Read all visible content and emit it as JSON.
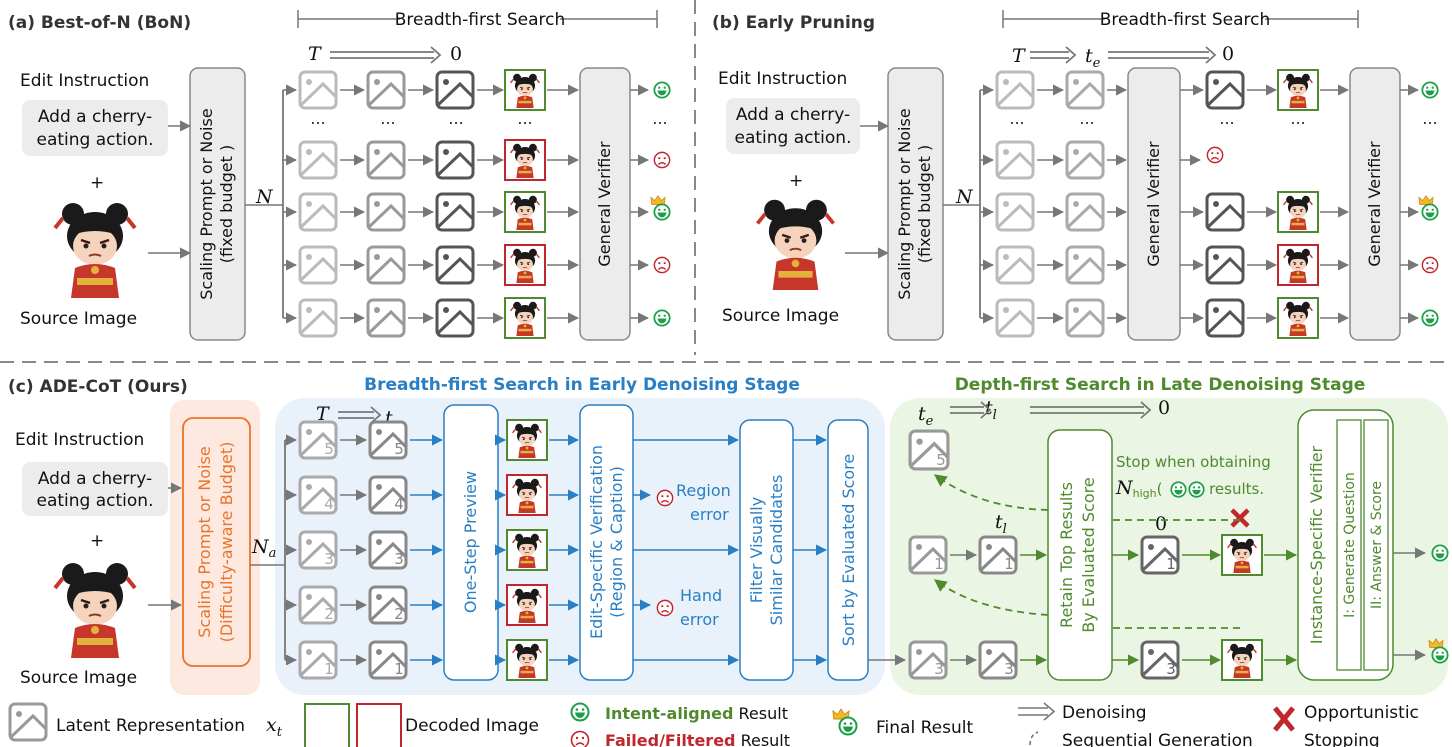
{
  "panel_a": {
    "title": "(a) Best-of-N (BoN)",
    "bracket": "Breadth-first Search",
    "time_start": "T",
    "time_end": "0",
    "edit_instruction": "Edit Instruction",
    "instruction_line1": "Add a cherry-",
    "instruction_line2": "eating action.",
    "plus": "+",
    "source_image": "Source Image",
    "scaling_line1": "Scaling Prompt or Noise",
    "scaling_line2": "(fixed budget )",
    "n_label": "N",
    "verifier": "General Verifier",
    "ellipsis": "..."
  },
  "panel_b": {
    "title": "(b) Early Pruning",
    "bracket": "Breadth-first Search",
    "time_start": "T",
    "time_mid": "t",
    "time_mid_sub": "e",
    "time_end": "0",
    "edit_instruction": "Edit Instruction",
    "instruction_line1": "Add a cherry-",
    "instruction_line2": "eating action.",
    "plus": "+",
    "source_image": "Source Image",
    "scaling_line1": "Scaling Prompt or Noise",
    "scaling_line2": "(fixed budget )",
    "n_label": "N",
    "verifier": "General Verifier",
    "verifier2": "General Verifier",
    "ellipsis": "..."
  },
  "panel_c": {
    "title": "(c) ADE-CoT (Ours)",
    "bfs_title": "Breadth-first Search in Early Denoising Stage",
    "dfs_title": "Depth-first Search in Late Denoising Stage",
    "edit_instruction": "Edit Instruction",
    "instruction_line1": "Add a cherry-",
    "instruction_line2": "eating action.",
    "plus": "+",
    "source_image": "Source Image",
    "scaling_line1": "Scaling Prompt or Noise",
    "scaling_line2": "(Difficulty-aware Budget)",
    "n_label": "N",
    "n_sub": "a",
    "time_T": "T",
    "time_t": "t",
    "sub_e": "e",
    "sub_l": "l",
    "time_0": "0",
    "latent_labels": [
      "5",
      "4",
      "3",
      "2",
      "1"
    ],
    "one_step_preview": "One-Step Preview",
    "edit_verif_line1": "Edit-Specific Verification",
    "edit_verif_line2": "(Region & Caption)",
    "region_error_1": "Region",
    "region_error_2": "error",
    "hand_error_1": "Hand",
    "hand_error_2": "error",
    "filter_line1": "Filter Visually",
    "filter_line2": "Similar Candidates",
    "sort": "Sort by Evaluated Score",
    "retain_line1": "Retain Top Results",
    "retain_line2": "By Evaluated Score",
    "stop_line1": "Stop when obtaining",
    "stop_n": "N",
    "stop_sub": "high",
    "stop_line2": "results.",
    "dfs_labels": [
      "5",
      "1",
      "1",
      "1",
      "3",
      "3",
      "3"
    ],
    "instance_verifier": "Instance-Specific Verifier",
    "gen_question": "I: Generate Question",
    "answer_score": "II: Answer & Score"
  },
  "legend": {
    "latent": "Latent Representation",
    "latent_var": "x",
    "latent_sub": "t",
    "decoded": "Decoded Image",
    "intent_bold": "Intent-aligned",
    "intent_rest": " Result",
    "failed_bold": "Failed/Filtered",
    "failed_rest": " Result",
    "final": "Final Result",
    "denoising": "Denoising",
    "sequential": "Sequential Generation",
    "stop_line1": "Opportunistic",
    "stop_line2": "Stopping"
  },
  "colors": {
    "gray": "#777777",
    "blue": "#2a7fc4",
    "green": "#4f8a2e",
    "red": "#c0262b",
    "orange": "#e8742c"
  }
}
